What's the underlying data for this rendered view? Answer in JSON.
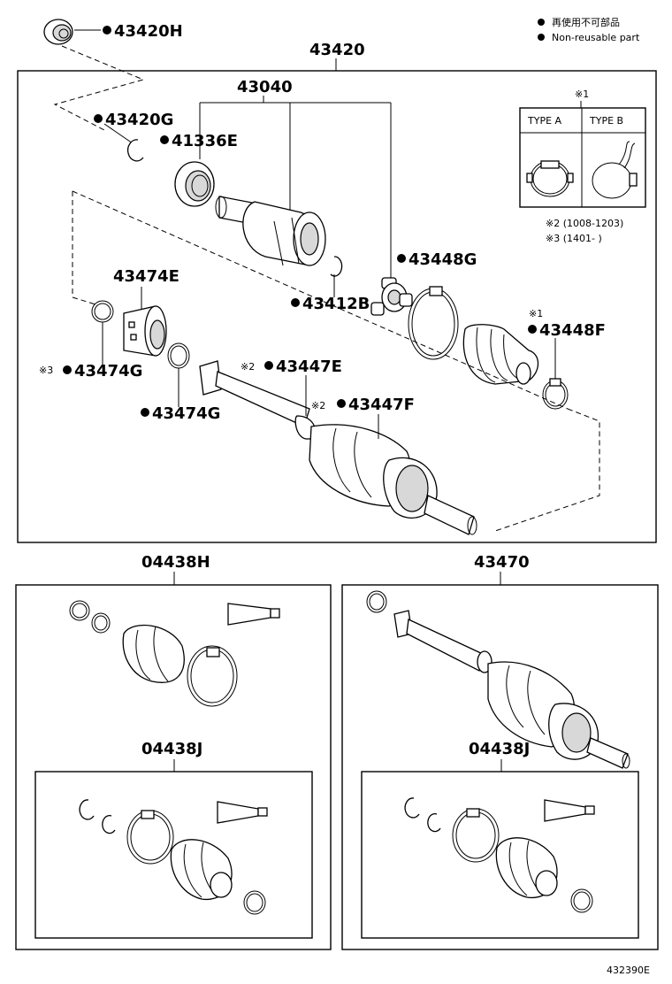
{
  "legend": {
    "nonreusable_jp": "再使用不可部品",
    "nonreusable_en": "Non-reusable part",
    "type_a": "TYPE A",
    "type_b": "TYPE B",
    "note1_mark": "※1",
    "note2": "※2 (1008-1203)",
    "note3": "※3 (1401-      )"
  },
  "labels": {
    "p43420H": "43420H",
    "p43420": "43420",
    "p43040": "43040",
    "p43420G": "43420G",
    "p41336E": "41336E",
    "p43448G": "43448G",
    "p43474E": "43474E",
    "p43412B": "43412B",
    "mark1": "※1",
    "p43448F": "43448F",
    "mark3": "※3",
    "p43474G_a": "43474G",
    "mark2a": "※2",
    "p43447E": "43447E",
    "mark2b": "※2",
    "p43447F": "43447F",
    "p43474G_b": "43474G",
    "p04438H": "04438H",
    "p43470": "43470",
    "p04438J_a": "04438J",
    "p04438J_b": "04438J",
    "figure_id": "432390E"
  },
  "colors": {
    "line": "#000000",
    "background": "#ffffff",
    "shade": "#d8d8d8"
  }
}
